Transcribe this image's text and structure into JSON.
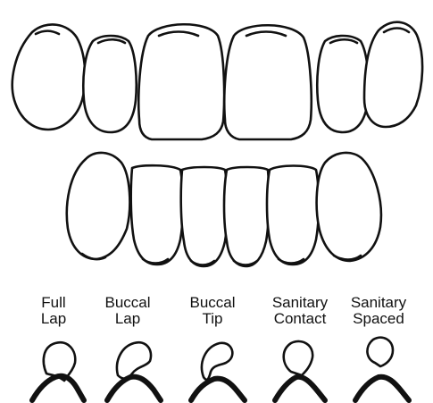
{
  "colors": {
    "ink": "#111111",
    "background": "#ffffff"
  },
  "labels": [
    {
      "line1": "Full",
      "line2": "Lap"
    },
    {
      "line1": "Buccal",
      "line2": "Lap"
    },
    {
      "line1": "Buccal",
      "line2": "Tip"
    },
    {
      "line1": "Sanitary",
      "line2": "Contact"
    },
    {
      "line1": "Sanitary",
      "line2": "Spaced"
    }
  ]
}
